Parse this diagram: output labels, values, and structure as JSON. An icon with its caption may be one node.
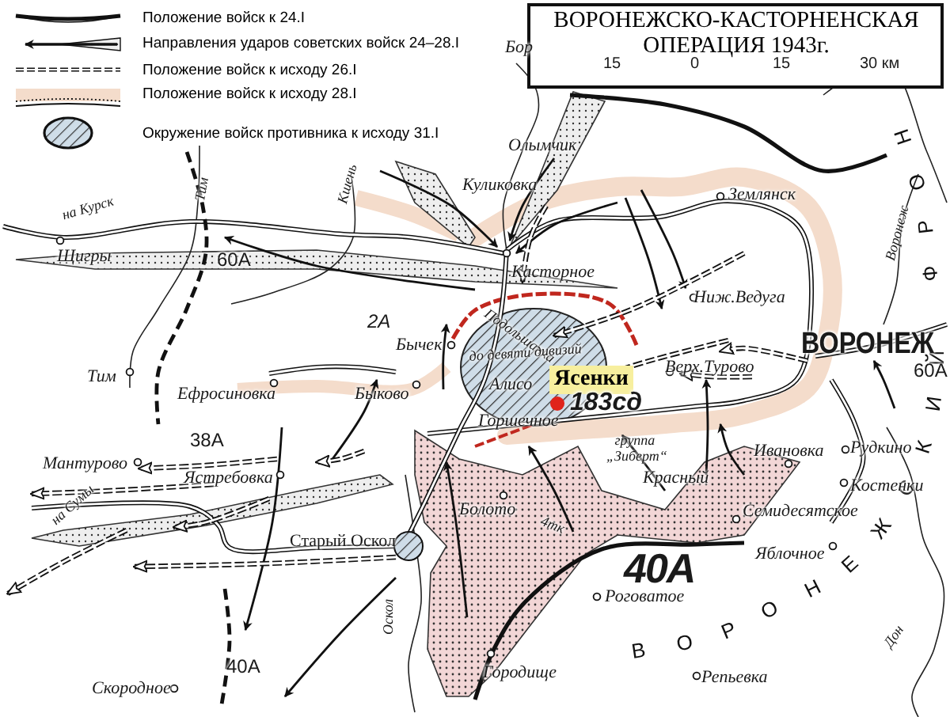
{
  "diagram": {
    "title": "ВОРОНЕЖСКО-КАСТОРНЕНСКАЯ ОПЕРАЦИЯ 1943г.",
    "nodes": [
      {
        "text": [
          "Ясенки"
        ]
      }
    ],
    "labels": [
      "Бор",
      "Олымчик",
      "Тим",
      "Куликовка",
      "Землянск",
      "на Курск",
      "Кшень",
      "Щигры",
      "60А",
      "Касторное",
      "Воронеж",
      "Ниж.Ведуга",
      "2А",
      "Подольшанка",
      "Бычек",
      "до девяти дивизий",
      "Алисо",
      "183сд",
      "Верх.Турово",
      "ВОРОНЕЖ",
      "60А",
      "Ефросиновка",
      "Тим",
      "Быково",
      "Горшечное",
      "38А",
      "группа „Зиберт“",
      "Ивановка",
      "Рудкино",
      "Мантурово",
      "Ястребовка",
      "Красный",
      "Костенки",
      "Болото",
      "4тк",
      "Семидесятское",
      "на Сумы",
      "Старый Оскол",
      "Яблочное",
      "40А",
      "Роговатое",
      "Оскол",
      "40А",
      "Дон",
      "Скородное",
      "Городище",
      "Репьевка",
      "ВОРОНЕЖСКИЙ ФРОН",
      "15",
      "0",
      "15",
      "30 км"
    ],
    "legend": [
      {
        "text": "Положение войск к 24.I"
      },
      {
        "text": "Направления ударов советских войск 24–28.I"
      },
      {
        "text": "Положение войск к исходу 26.I"
      },
      {
        "text": "Положение войск к исходу 28.I"
      },
      {
        "text": "Окружение войск противника к исходу 31.I"
      }
    ]
  }
}
